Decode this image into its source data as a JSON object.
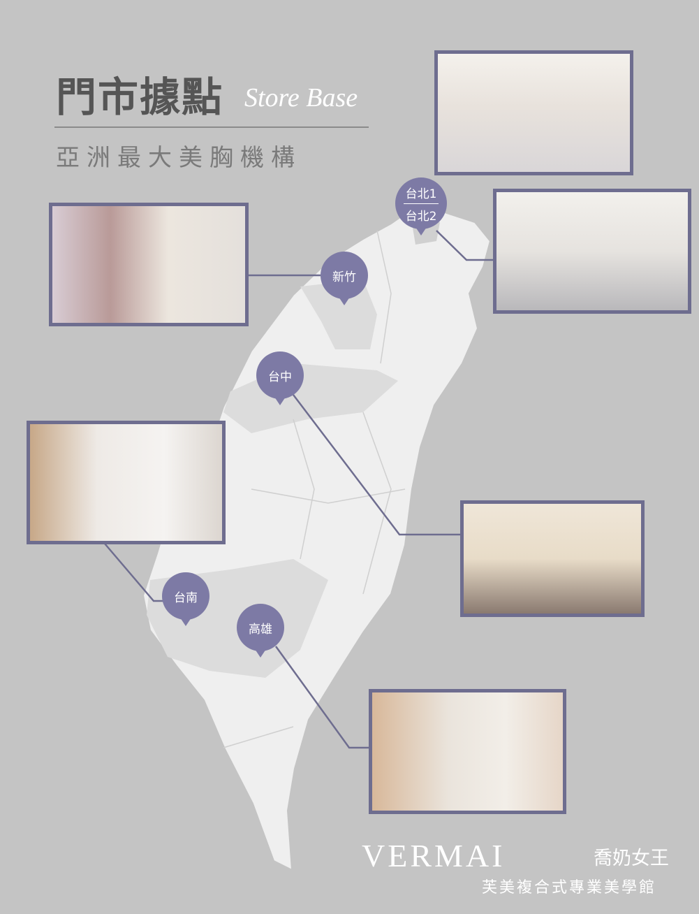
{
  "header": {
    "title": "門市據點",
    "title_en": "Store Base",
    "subtitle": "亞洲最大美胸機構"
  },
  "pins": [
    {
      "label": "台北1",
      "label2": "台北2"
    },
    {
      "label": "新竹"
    },
    {
      "label": "台中"
    },
    {
      "label": "台南"
    },
    {
      "label": "高雄"
    }
  ],
  "brand": {
    "logo": "VERMAI",
    "name_zh": "喬奶女王",
    "tagline": "芙美複合式專業美學館"
  },
  "colors": {
    "background": "#c4c4c4",
    "accent": "#7d7aa5",
    "frame": "#6e6d8f",
    "land": "#efefef"
  }
}
